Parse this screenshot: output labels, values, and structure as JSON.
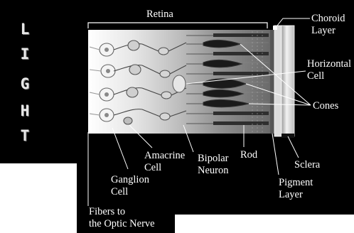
{
  "side_text": {
    "letters": [
      "L",
      "I",
      "G",
      "H",
      "T"
    ]
  },
  "labels": {
    "retina": "Retina",
    "choroid_layer": [
      "Choroid",
      "Layer"
    ],
    "horizontal_cell": [
      "Horizontal",
      "Cell"
    ],
    "cones": "Cones",
    "sclera": "Sclera",
    "pigment_layer": [
      "Pigment",
      "Layer"
    ],
    "rod": "Rod",
    "bipolar_neuron": [
      "Bipolar",
      "Neuron"
    ],
    "amacrine_cell": [
      "Amacrine",
      "Cell"
    ],
    "ganglion_cell": [
      "Ganglion",
      "Cell"
    ],
    "fibers": [
      "Fibers to",
      "the Optic Nerve"
    ]
  },
  "colors": {
    "background": "#000000",
    "page": "#ffffff",
    "label_text": "#ffffff",
    "leader_lines": "#ffffff"
  }
}
